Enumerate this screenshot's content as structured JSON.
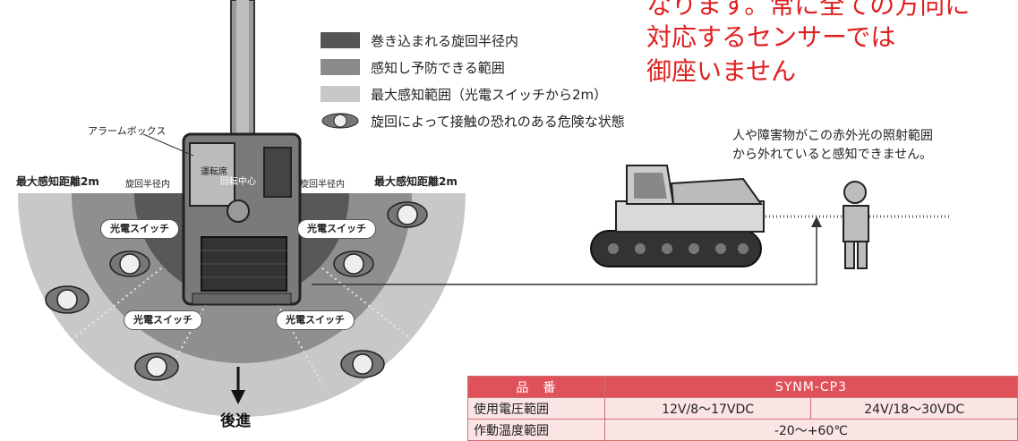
{
  "legend": [
    {
      "label": "巻き込まれる旋回半径内",
      "color": "#555555"
    },
    {
      "label": "感知し予防できる範囲",
      "color": "#8a8a8a"
    },
    {
      "label": "最大感知範囲（光電スイッチから2m）",
      "color": "#c8c8c8"
    },
    {
      "label": "旋回によって接触の恐れのある危険な状態",
      "icon": "person-danger-icon"
    }
  ],
  "red_note": [
    "なります。常に全ての方向に",
    "対応するセンサーでは",
    "御座いません"
  ],
  "note": [
    "人や障害物がこの赤外光の照射範囲",
    "から外れていると感知できません。"
  ],
  "labels": {
    "alarm_box": "アラームボックス",
    "max_left": "最大感知距離2m",
    "max_right": "最大感知距離2m",
    "swing_left": "旋回半径内",
    "swing_right": "旋回半径内",
    "driver_seat": "運転席",
    "rotation_center": "回転中心",
    "backward": "後進"
  },
  "switches": [
    "光電スイッチ",
    "光電スイッチ",
    "光電スイッチ",
    "光電スイッチ"
  ],
  "spec_table": {
    "header_label": "品　番",
    "header_value": "SYNM-CP3",
    "rows": [
      {
        "label": "使用電圧範囲",
        "v1": "12V/8～17VDC",
        "v2": "24V/18～30VDC"
      },
      {
        "label": "作動温度範囲",
        "v1": "-20～+60℃"
      }
    ]
  },
  "colors": {
    "red": "#e02020",
    "table_header": "#e0525a",
    "table_cell": "#fbe4e4"
  }
}
